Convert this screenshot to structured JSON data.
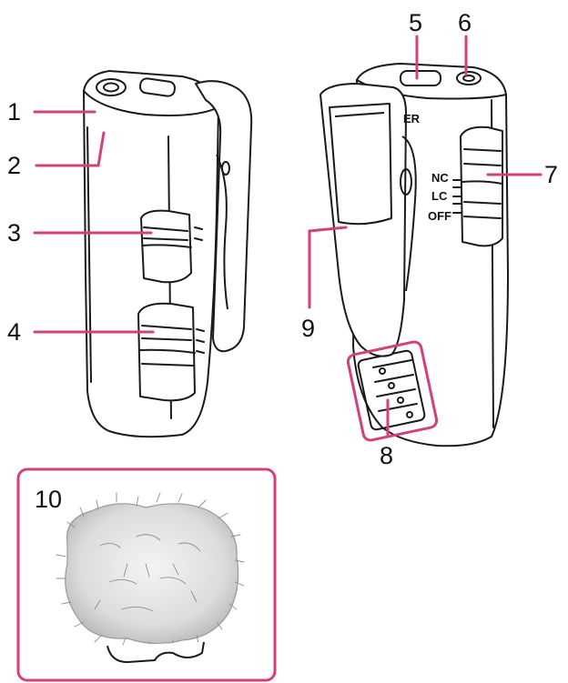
{
  "colors": {
    "leader": "#d3417a",
    "outline": "#1a1a1a",
    "body_fill": "#ffffff",
    "inset_border": "#d3417a"
  },
  "callouts": [
    "1",
    "2",
    "3",
    "4",
    "5",
    "6",
    "7",
    "8",
    "9",
    "10"
  ],
  "switch_labels": {
    "nc": "NC",
    "lc": "LC",
    "off": "OFF"
  },
  "rear_text": "ER",
  "icons": [
    "microphone-body-front",
    "microphone-body-back",
    "clip",
    "windscreen"
  ]
}
